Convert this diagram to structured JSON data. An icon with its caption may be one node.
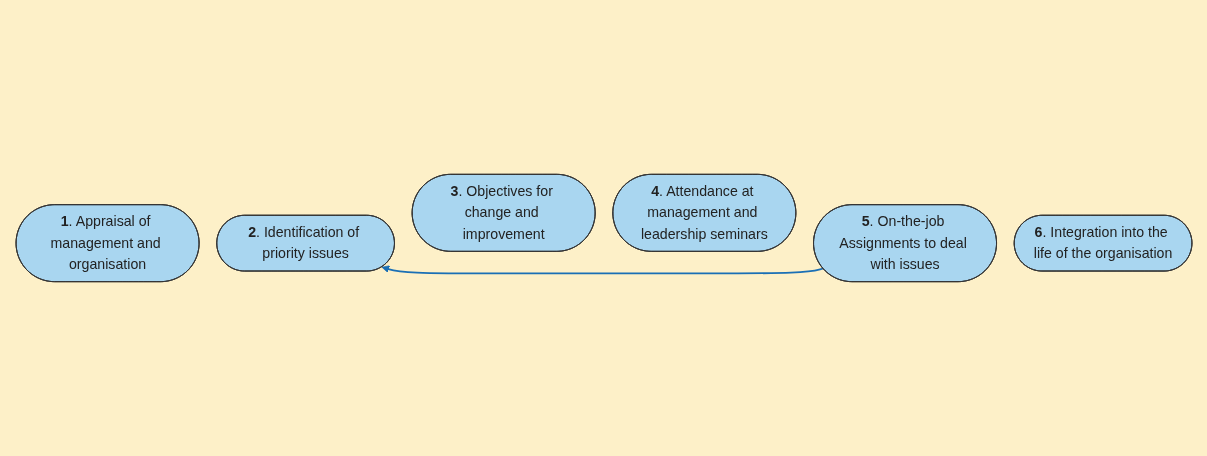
{
  "diagram": {
    "nodes": [
      {
        "text": [
          "**1**. Appraisal of management and organisation"
        ]
      },
      {
        "text": [
          "**2**. Identification of priority issues"
        ]
      },
      {
        "text": [
          "**3**. Objectives for change and improvement"
        ]
      },
      {
        "text": [
          "**4**. Attendance at management and leadership seminars"
        ]
      },
      {
        "text": [
          "**5**. On-the-job Assignments to deal with issues"
        ]
      },
      {
        "text": [
          "**6**. Integration into the life of the organisation"
        ]
      }
    ],
    "edges": [
      {
        "from": 4,
        "to": 1,
        "arrow": "to",
        "color": "#1a6fb5"
      }
    ]
  }
}
